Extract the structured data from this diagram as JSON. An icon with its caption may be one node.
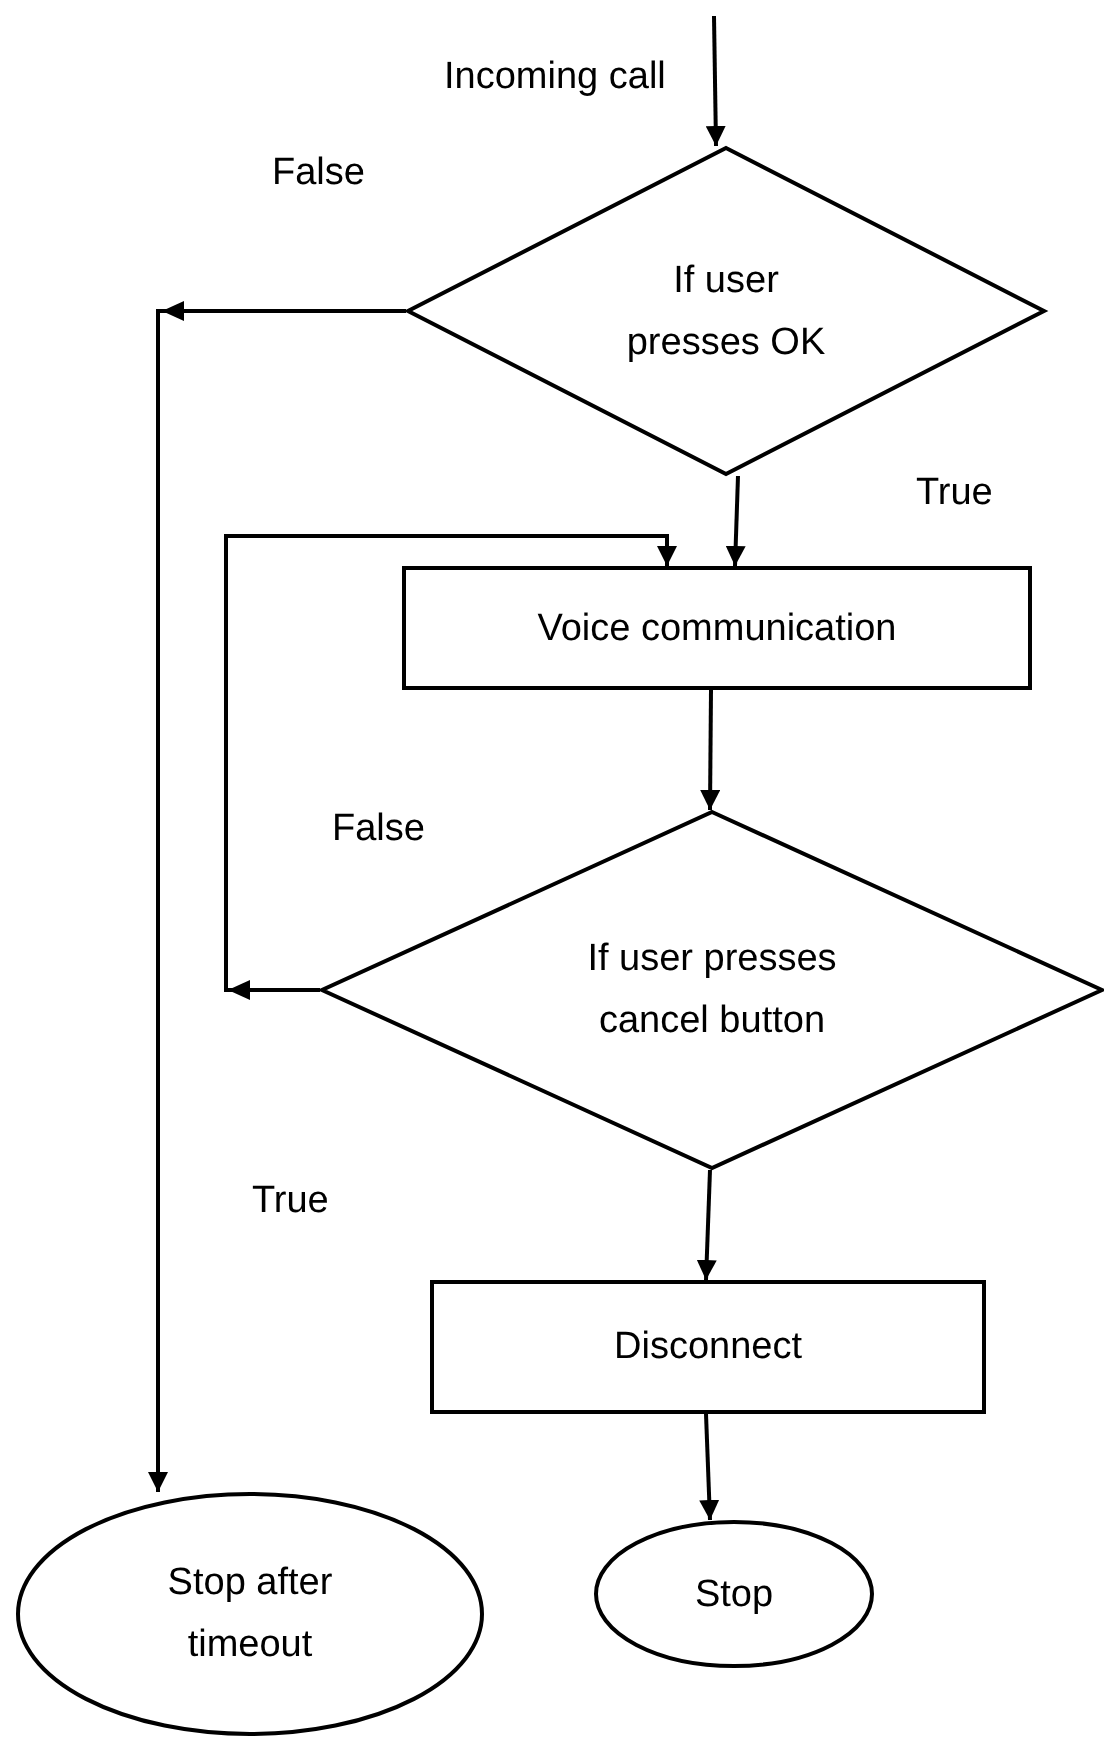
{
  "diagram": {
    "nodes": [
      {
        "text": [
          "If user presses OK"
        ]
      },
      {
        "text": [
          "Voice communication"
        ]
      },
      {
        "text": [
          "If user presses cancel button"
        ]
      },
      {
        "text": [
          "Disconnect"
        ]
      },
      {
        "text": [
          "Stop after timeout"
        ]
      },
      {
        "text": [
          "Stop"
        ]
      }
    ],
    "edges": [
      {
        "from": null,
        "to": 0,
        "arrow": "to",
        "label": "Incoming call"
      },
      {
        "from": 0,
        "to": 4,
        "arrow": "to",
        "label": "False"
      },
      {
        "from": 0,
        "to": 1,
        "arrow": "to",
        "label": "True"
      },
      {
        "from": 1,
        "to": 2,
        "arrow": "to"
      },
      {
        "from": 2,
        "to": 1,
        "arrow": "to",
        "label": "False"
      },
      {
        "from": 2,
        "to": 3,
        "arrow": "to"
      },
      {
        "from": 3,
        "to": 5,
        "arrow": "to"
      }
    ],
    "labels": [
      "True"
    ]
  }
}
